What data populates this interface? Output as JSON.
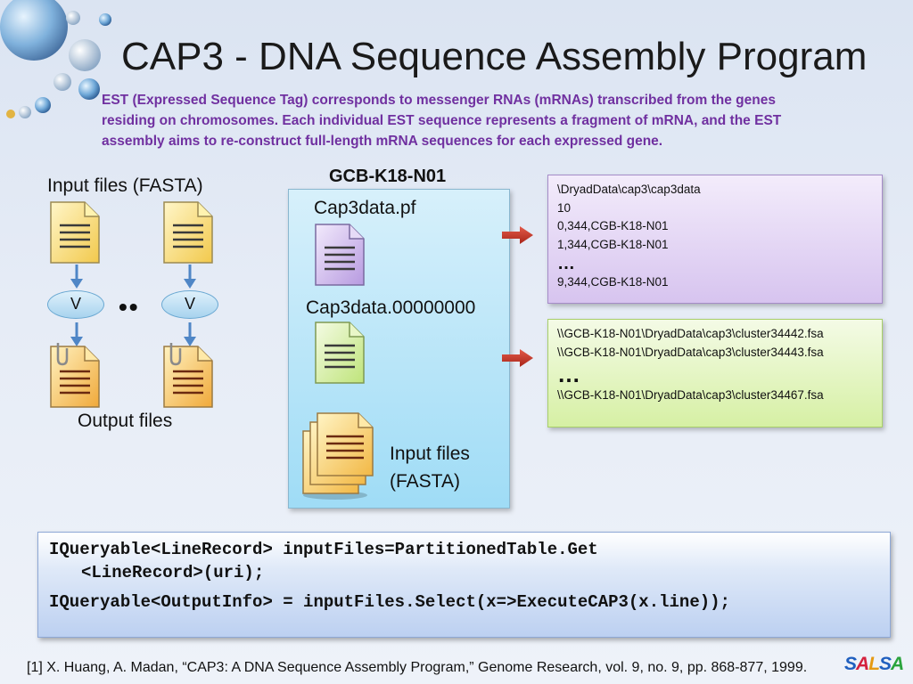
{
  "slide": {
    "title": "CAP3 - DNA Sequence Assembly Program",
    "intro": "EST (Expressed Sequence Tag) corresponds to messenger RNAs (mRNAs) transcribed from the genes residing on chromosomes. Each individual EST sequence represents a fragment of mRNA, and the EST assembly aims to re-construct full-length mRNA sequences for each expressed gene."
  },
  "left_diagram": {
    "input_label": "Input files (FASTA)",
    "vm_label_left": "V",
    "vm_label_right": "V",
    "dots": "••",
    "output_label": "Output files"
  },
  "node": {
    "title": "GCB-K18-N01",
    "pf_label": "Cap3data.pf",
    "data_label": "Cap3data.00000000",
    "input_label": "Input files (FASTA)"
  },
  "partition_file": {
    "lines": [
      "\\DryadData\\cap3\\cap3data",
      "10",
      "0,344,CGB-K18-N01",
      "1,344,CGB-K18-N01"
    ],
    "ellipsis": "…",
    "last_line": "9,344,CGB-K18-N01"
  },
  "data_file": {
    "lines": [
      "\\\\GCB-K18-N01\\DryadData\\cap3\\cluster34442.fsa",
      "\\\\GCB-K18-N01\\DryadData\\cap3\\cluster34443.fsa"
    ],
    "ellipsis": "…",
    "last_line": "\\\\GCB-K18-N01\\DryadData\\cap3\\cluster34467.fsa"
  },
  "code": {
    "line1": "IQueryable<LineRecord> inputFiles=PartitionedTable.Get",
    "line1b": "<LineRecord>(uri);",
    "line2": "IQueryable<OutputInfo> = inputFiles.Select(x=>ExecuteCAP3(x.line));"
  },
  "footer": {
    "citation": "[1] X. Huang, A. Madan, “CAP3: A DNA Sequence Assembly Program,” Genome Research, vol. 9, no. 9, pp. 868-877, 1999.",
    "logo": {
      "s1": "S",
      "a1": "A",
      "l1": "L",
      "s2": "S",
      "a2": "A"
    }
  },
  "colors": {
    "intro_text": "#7030a0",
    "node_box": "#9fdcf6",
    "purple_box": "#d7c4ef",
    "green_box": "#d6f0a4",
    "arrow": "#c0392b",
    "connector": "#4f86c6"
  },
  "icons": [
    "globe-icon",
    "document-icon",
    "clipped-document-icon",
    "stacked-documents-icon",
    "right-arrow-icon",
    "down-arrow-icon"
  ]
}
